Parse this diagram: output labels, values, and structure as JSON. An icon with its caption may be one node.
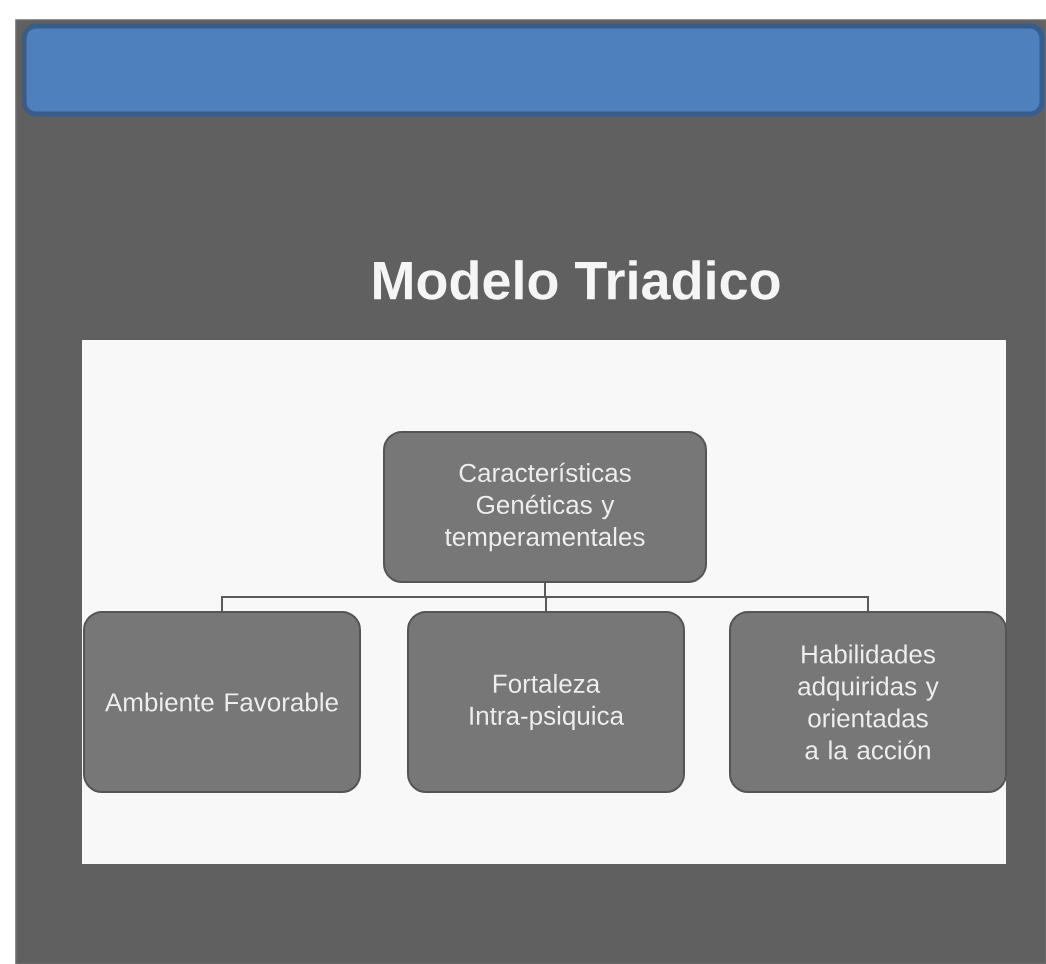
{
  "diagram": {
    "title": "Modelo Triadico",
    "nodes": [
      {
        "text": [
          "Características Genéticas y temperamentales"
        ]
      },
      {
        "text": [
          "Ambiente Favorable"
        ]
      },
      {
        "text": [
          "Fortaleza Intra-psiquica"
        ]
      },
      {
        "text": [
          "Habilidades adquiridas y orientadas a la acción"
        ]
      }
    ],
    "edges": [
      {
        "from": 0,
        "to": 1,
        "arrow": "none"
      },
      {
        "from": 0,
        "to": 2,
        "arrow": "none"
      },
      {
        "from": 0,
        "to": 3,
        "arrow": "none"
      }
    ]
  }
}
